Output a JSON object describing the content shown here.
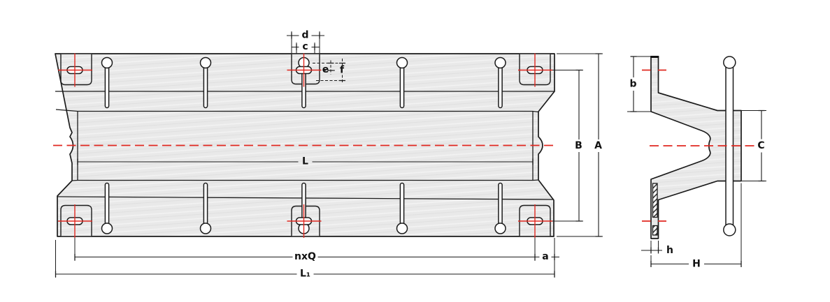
{
  "drawing": {
    "type": "fender-technical-drawing",
    "views": [
      {
        "id": "front-view",
        "dimension_labels": [
          "d",
          "c",
          "e",
          "f",
          "L",
          "B",
          "A",
          "nxQ",
          "a",
          "L₁"
        ]
      },
      {
        "id": "side-section-view",
        "dimension_labels": [
          "b",
          "C",
          "h",
          "H"
        ]
      }
    ]
  },
  "dims": {
    "plan": {
      "d": "d",
      "c": "c",
      "e": "e",
      "f": "f",
      "l": "L",
      "b_upper": "B",
      "a_upper": "A",
      "nxq": "nxQ",
      "a_lower": "a",
      "l1": "L₁"
    },
    "side": {
      "b": "b",
      "c_upper": "C",
      "h": "h",
      "h_upper": "H"
    }
  },
  "colors": {
    "background": "#ffffff",
    "body_fill": "#e9e9e9",
    "streak_light": "#f3f3f3",
    "streak_dark": "#e0e0e0",
    "outline": "#1b1b1b",
    "hole_fill": "#ffffff",
    "centerline_red": "#e02820"
  }
}
